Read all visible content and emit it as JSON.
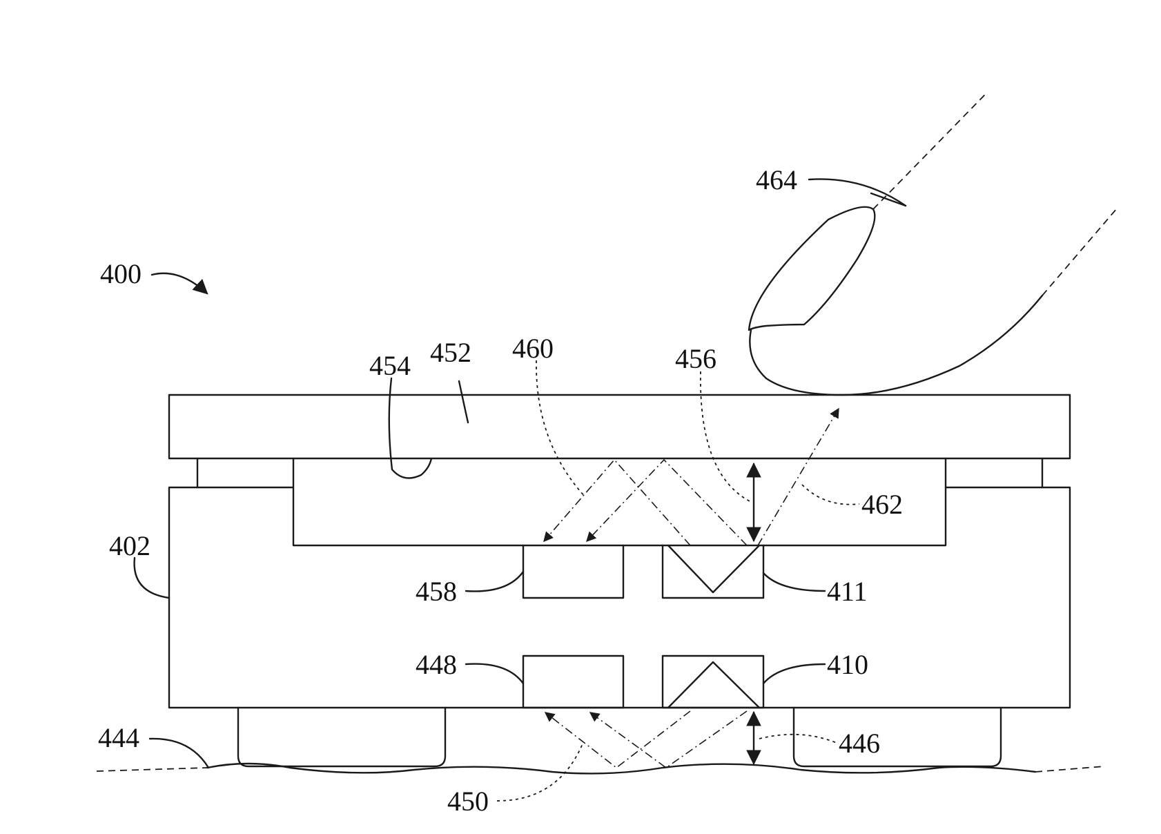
{
  "figure": {
    "labels": {
      "l400": "400",
      "l402": "402",
      "l410": "410",
      "l411": "411",
      "l444": "444",
      "l446": "446",
      "l448": "448",
      "l450": "450",
      "l452": "452",
      "l454": "454",
      "l456": "456",
      "l458": "458",
      "l460": "460",
      "l462": "462",
      "l464": "464"
    },
    "colors": {
      "ink": "#1a1a1a",
      "background": "#ffffff"
    }
  }
}
